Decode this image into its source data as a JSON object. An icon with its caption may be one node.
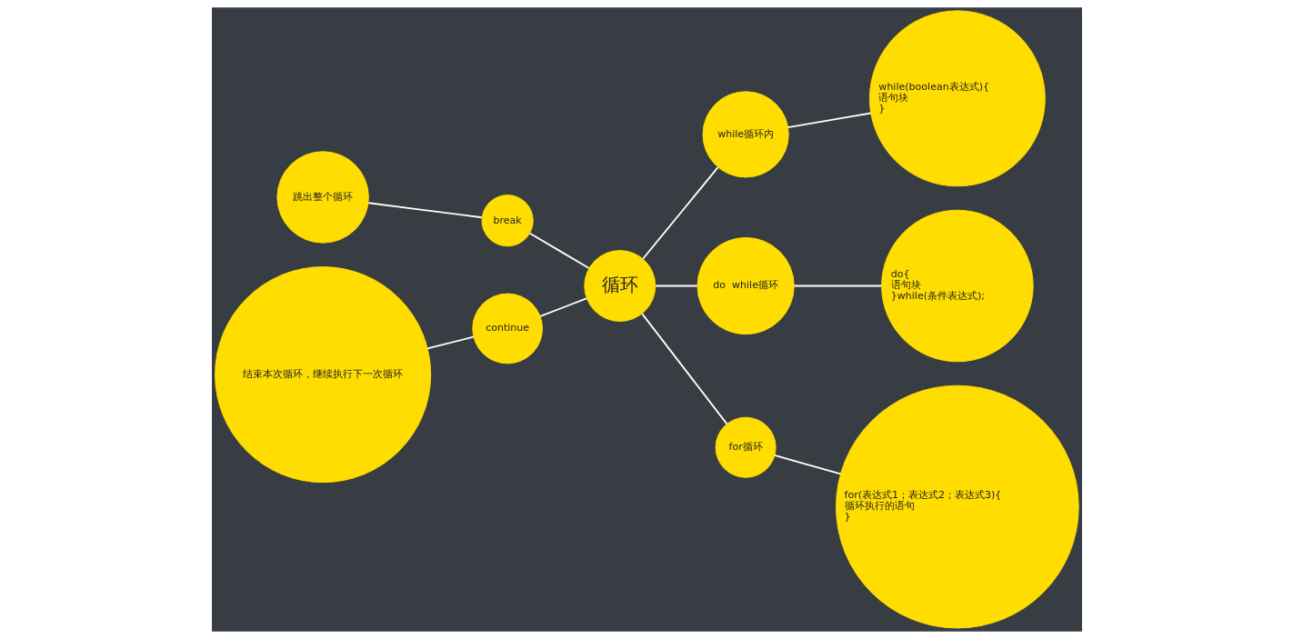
{
  "diagram": {
    "nodes": [
      {
        "text": [
          "循环"
        ]
      },
      {
        "text": [
          "break"
        ]
      },
      {
        "text": [
          "跳出整个循环"
        ]
      },
      {
        "text": [
          "continue"
        ]
      },
      {
        "text": [
          "结束本次循环，继续执行下一次循环"
        ]
      },
      {
        "text": [
          "while循环内"
        ]
      },
      {
        "text": [
          "while(boolean表达式){",
          "语句块",
          "}"
        ]
      },
      {
        "text": [
          "do  while循环"
        ]
      },
      {
        "text": [
          "do{",
          "语句块",
          "}while(条件表达式);"
        ]
      },
      {
        "text": [
          "for循环"
        ]
      },
      {
        "text": [
          "for(表达式1；表达式2；表达式3){",
          "循环执行的语句",
          "}"
        ]
      }
    ],
    "edges": [
      {
        "from": 0,
        "to": 1,
        "arrow": "none"
      },
      {
        "from": 1,
        "to": 2,
        "arrow": "none"
      },
      {
        "from": 0,
        "to": 3,
        "arrow": "none"
      },
      {
        "from": 3,
        "to": 4,
        "arrow": "none"
      },
      {
        "from": 0,
        "to": 5,
        "arrow": "none"
      },
      {
        "from": 5,
        "to": 6,
        "arrow": "none"
      },
      {
        "from": 0,
        "to": 7,
        "arrow": "none"
      },
      {
        "from": 7,
        "to": 8,
        "arrow": "none"
      },
      {
        "from": 0,
        "to": 9,
        "arrow": "none"
      },
      {
        "from": 9,
        "to": 10,
        "arrow": "none"
      }
    ]
  }
}
